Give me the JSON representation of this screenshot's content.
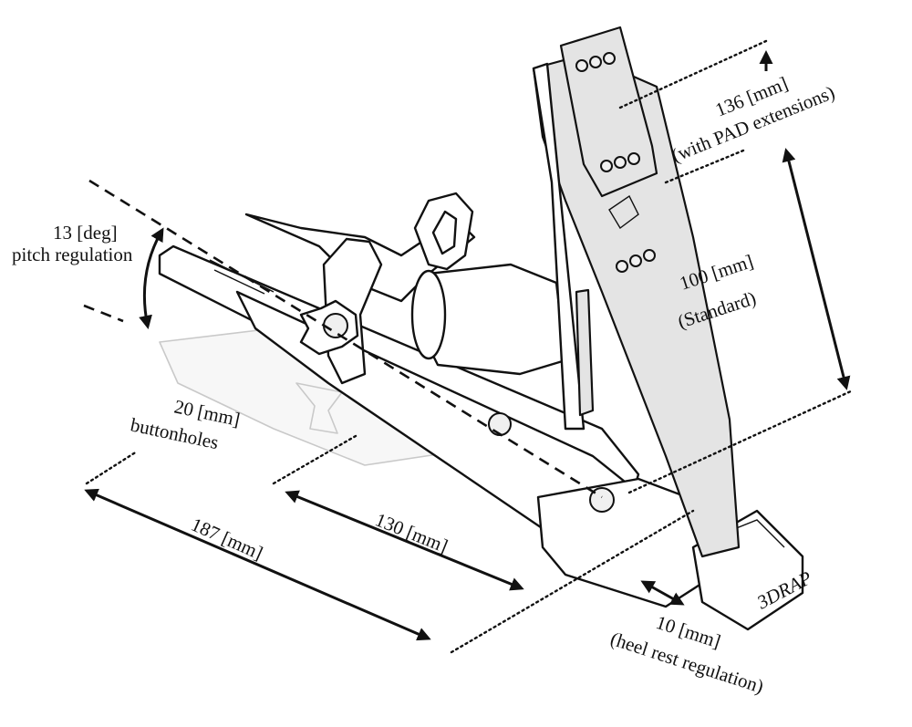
{
  "annotations": {
    "pitch_value": "13 [deg]",
    "pitch_label": "pitch regulation",
    "buttonholes_value": "20 [mm]",
    "buttonholes_label": "buttonholes",
    "length_total": "187 [mm]",
    "length_pivot": "130 [mm]",
    "pad_ext_value": "136 [mm]",
    "pad_ext_label": "(with PAD extensions)",
    "standard_value": "100 [mm]",
    "standard_label": "(Standard)",
    "heel_value": "10 [mm]",
    "heel_label": "(heel rest regulation)"
  },
  "brand_mark": "3DRAP"
}
